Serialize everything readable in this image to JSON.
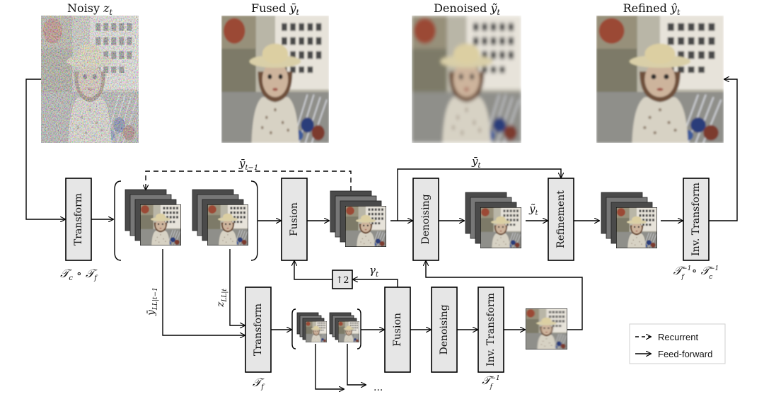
{
  "images": [
    {
      "caption": "Noisy z_t",
      "base": "Noisy ",
      "sym": "z",
      "sub": "t"
    },
    {
      "caption": "Fused ȳ_t",
      "base": "Fused ",
      "sym": "ȳ",
      "sub": "t"
    },
    {
      "caption": "Denoised ỹ_t",
      "base": "Denoised ",
      "sym": "ỹ",
      "sub": "t"
    },
    {
      "caption": "Refined ŷ_t",
      "base": "Refined ",
      "sym": "ŷ",
      "sub": "t"
    }
  ],
  "blocks": {
    "transform_main": "Transform",
    "fusion_main": "Fusion",
    "denoising_main": "Denoising",
    "refinement": "Refinement",
    "inv_transform_main": "Inv. Transform",
    "transform_sub": "Transform",
    "fusion_sub": "Fusion",
    "denoising_sub": "Denoising",
    "inv_transform_sub": "Inv. Transform",
    "upsample": "↑2"
  },
  "math": {
    "recurrent_input": {
      "sym": "ȳ",
      "sub": "t−1"
    },
    "fused_skip": {
      "sym": "ȳ",
      "sub": "t"
    },
    "denoised_to_refine": {
      "sym": "ỹ",
      "sub": "t"
    },
    "gamma": {
      "sym": "γ",
      "sub": "t"
    },
    "transform_main_op": {
      "a": "𝒯",
      "asub": "c",
      "op": " ∘ ",
      "b": "𝒯",
      "bsub": "f"
    },
    "inv_transform_main_op": {
      "a": "𝒯",
      "asup": "−1",
      "asub": "f",
      "op": " ∘ ",
      "b": "𝒯",
      "bsup": "−1",
      "bsub": "c"
    },
    "transform_sub_op": {
      "a": "𝒯",
      "asub": "f"
    },
    "inv_transform_sub_op": {
      "a": "𝒯",
      "asup": "−1",
      "asub": "f"
    },
    "prev_ll": {
      "sym": "ȳ",
      "sub": "LL|t−1"
    },
    "curr_ll": {
      "sym": "z",
      "sub": "LL|t"
    },
    "ellipsis": "..."
  },
  "legend": {
    "recurrent": "Recurrent",
    "feedforward": "Feed-forward"
  },
  "colors": {
    "block_fill": "#e6e6e6",
    "stack_dark": "#4a4a4a",
    "stack_mid": "#777777",
    "line": "#000000"
  }
}
